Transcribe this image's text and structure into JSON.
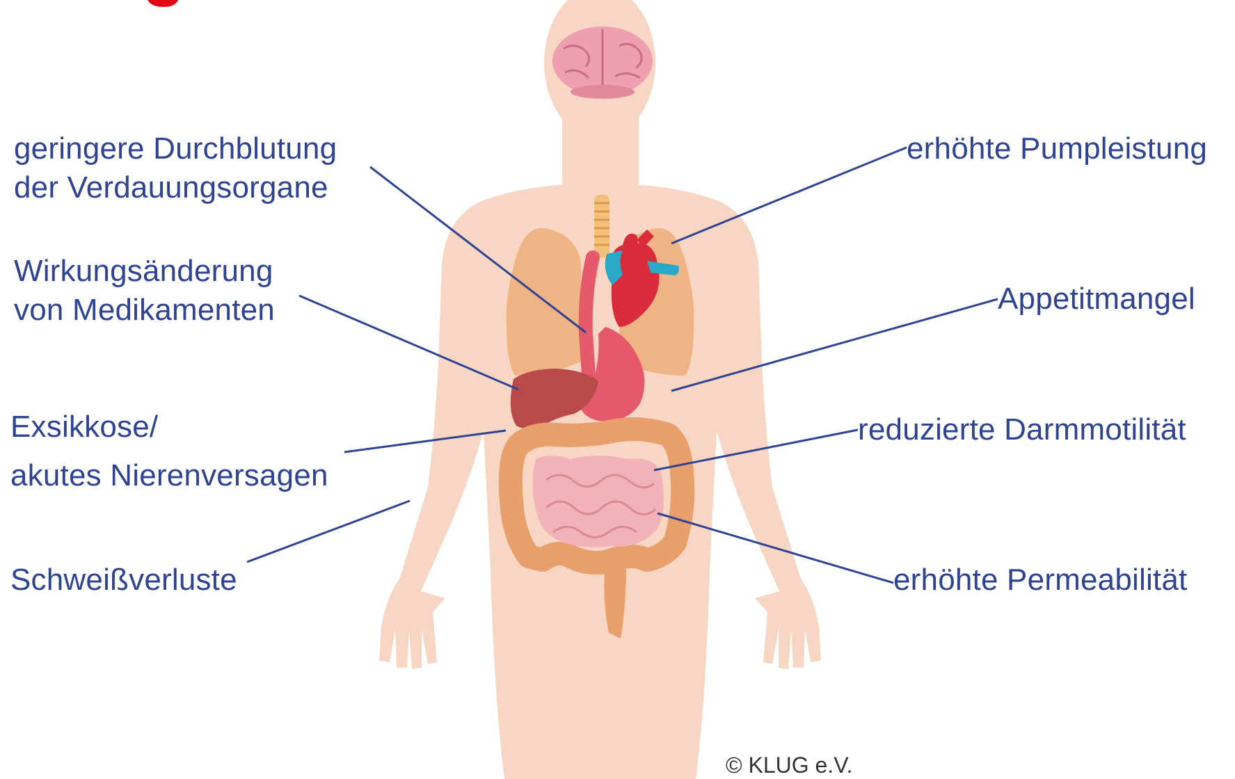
{
  "labels": {
    "left": [
      {
        "lines": [
          "geringere Durchblutung",
          "der Verdauungsorgane"
        ]
      },
      {
        "lines": [
          "Wirkungsänderung",
          "von Medikamenten"
        ]
      },
      {
        "lines": [
          "Exsikkose/",
          "akutes Nierenversagen"
        ]
      },
      {
        "lines": [
          "Schweißverluste"
        ]
      }
    ],
    "right": [
      {
        "lines": [
          "erhöhte Pumpleistung"
        ]
      },
      {
        "lines": [
          "Appetitmangel"
        ]
      },
      {
        "lines": [
          "reduzierte Darmmotilität"
        ]
      },
      {
        "lines": [
          "erhöhte Permeabilität"
        ]
      }
    ]
  },
  "copyright": "© KLUG e.V.",
  "colors": {
    "label_text": "#2e4391",
    "leader_line": "#2e4391",
    "title_fragment": "#e30613",
    "skin": "#f7d6c4",
    "lungs": "#f0b484",
    "heart_red": "#d92b3a",
    "heart_blue": "#2aa8c8",
    "liver": "#b84a4a",
    "stomach": "#e55a6a",
    "intestine_small": "#f2b3b8",
    "intestine_large": "#e89f6c",
    "brain": "#ee9fb0"
  },
  "icons": [
    "human-body-illustration",
    "brain-icon",
    "lungs-icon",
    "heart-icon",
    "liver-icon",
    "stomach-icon",
    "small-intestine-icon",
    "large-intestine-icon",
    "trachea-icon",
    "esophagus-icon"
  ]
}
